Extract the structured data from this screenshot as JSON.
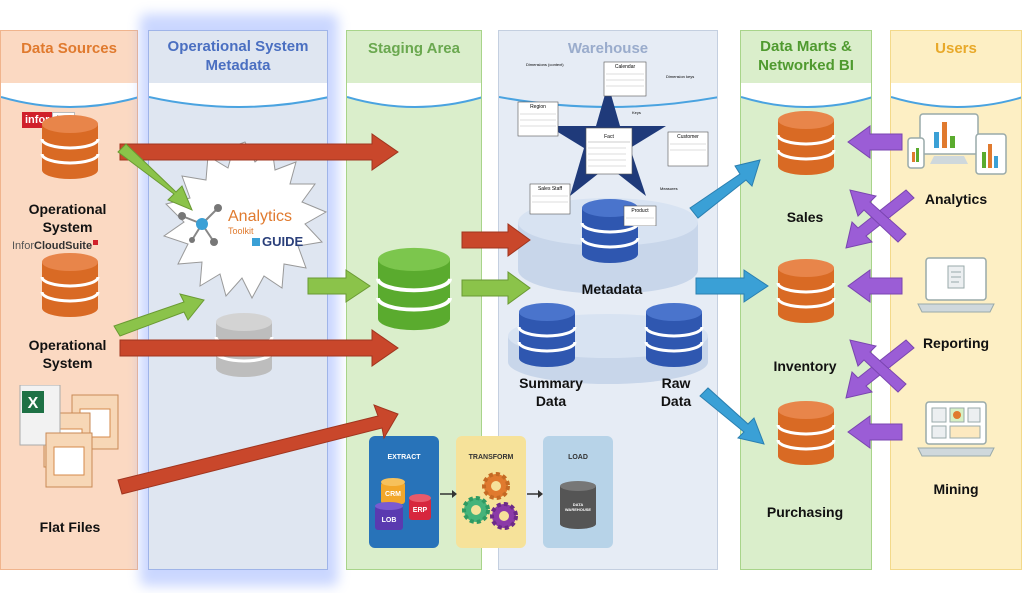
{
  "columns": {
    "data_sources": "Data Sources",
    "operational_metadata_line1": "Operational System",
    "operational_metadata_line2": "Metadata",
    "staging": "Staging Area",
    "warehouse": "Warehouse",
    "data_marts_line1": "Data Marts &",
    "data_marts_line2": "Networked BI",
    "users": "Users"
  },
  "sources": {
    "infor_xa_logo_left": "infor",
    "infor_xa_logo_right": "XA",
    "op_system_1_line1": "Operational",
    "op_system_1_line2": "System",
    "cloudsuite_logo_left": "Infor",
    "cloudsuite_logo_right": "CloudSuite",
    "op_system_2_line1": "Operational",
    "op_system_2_line2": "System",
    "flat_files": "Flat Files"
  },
  "toolkit": {
    "name": "Analytics",
    "sub": "Toolkit",
    "brand": "GUIDE"
  },
  "warehouse": {
    "metadata": "Metadata",
    "summary_line1": "Summary",
    "summary_line2": "Data",
    "raw_line1": "Raw",
    "raw_line2": "Data"
  },
  "etl": {
    "extract": "EXTRACT",
    "transform": "TRANSFORM",
    "load": "LOAD",
    "crm": "CRM",
    "lob": "LOB",
    "erp": "ERP",
    "dw_line1": "DATA",
    "dw_line2": "WAREHOUSE"
  },
  "schema": {
    "fact": "Fact",
    "region": "Region",
    "calendar": "Calendar",
    "customer": "Customer",
    "sales_staff": "Sales Staff",
    "product": "Product",
    "dimensions_context": "Dimensions (context)",
    "dimension_keys": "Dimension keys",
    "keys": "Keys",
    "measures": "Measures"
  },
  "marts": {
    "sales": "Sales",
    "inventory": "Inventory",
    "purchasing": "Purchasing"
  },
  "users": {
    "analytics": "Analytics",
    "reporting": "Reporting",
    "mining": "Mining"
  },
  "colors": {
    "orange_arrow": "#c9472b",
    "green_arrow": "#8bc34a",
    "blue_arrow": "#3aa0d6",
    "purple_arrow": "#9b5dd6",
    "orange_db": "#d96a24",
    "green_db": "#5aab2e",
    "blue_db": "#2f57b0"
  }
}
